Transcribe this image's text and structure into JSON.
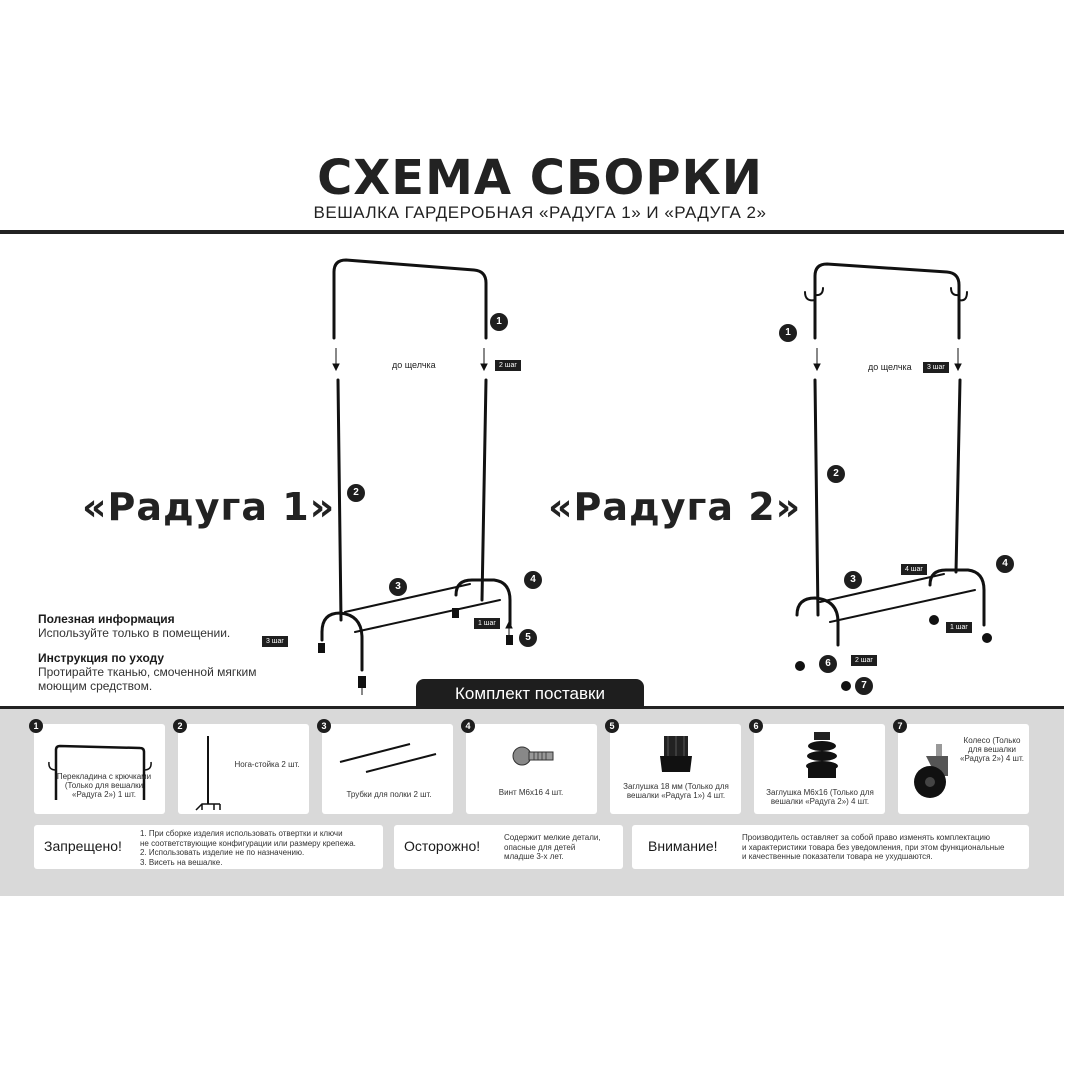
{
  "header": {
    "title": "СХЕМА СБОРКИ",
    "subtitle": "ВЕШАЛКА ГАРДЕРОБНАЯ «РАДУГА 1» И «РАДУГА 2»"
  },
  "models": {
    "model1": "«Радуга 1»",
    "model2": "«Радуга 2»"
  },
  "diagram": {
    "click_note": "до щелчка",
    "steps": {
      "step1": "1 шаг",
      "step2": "2 шаг",
      "step3": "3 шаг",
      "step4": "4 шаг"
    },
    "callouts": [
      "1",
      "2",
      "3",
      "4",
      "5",
      "6",
      "7"
    ]
  },
  "info": {
    "useful_heading": "Полезная информация",
    "useful_text": "Используйте только в помещении.",
    "care_heading": "Инструкция по уходу",
    "care_text": "Протирайте тканью, смоченной мягким моющим средством."
  },
  "kit": {
    "label": "Комплект поставки",
    "items": [
      {
        "num": "1",
        "text": "Перекладина с крючками (Только для вешалки «Радуга 2») 1 шт."
      },
      {
        "num": "2",
        "text": "Нога-стойка 2 шт."
      },
      {
        "num": "3",
        "text": "Трубки для полки 2 шт."
      },
      {
        "num": "4",
        "text": "Винт М6х16 4 шт."
      },
      {
        "num": "5",
        "text": "Заглушка 18 мм (Только для вешалки «Радуга 1») 4 шт."
      },
      {
        "num": "6",
        "text": "Заглушка М6х16 (Только для вешалки «Радуга 2») 4 шт."
      },
      {
        "num": "7",
        "text": "Колесо (Только для вешалки «Радуга 2») 4 шт."
      }
    ]
  },
  "warnings": {
    "forbidden_title": "Запрещено!",
    "forbidden_text": "1. При сборке изделия использовать отвертки и ключи\n не соответствующие конфигурации или размеру крепежа.\n2. Использовать изделие не по назначению.\n3. Висеть на вешалке.",
    "caution_title": "Осторожно!",
    "caution_text": "Содержит мелкие детали,\nопасные для детей\nмладше 3-х лет.",
    "attention_title": "Внимание!",
    "attention_text": "Производитель оставляет за собой право изменять комплектацию\nи характеристики товара без уведомления, при этом функциональные\nи качественные показатели товара не ухудшаются."
  }
}
